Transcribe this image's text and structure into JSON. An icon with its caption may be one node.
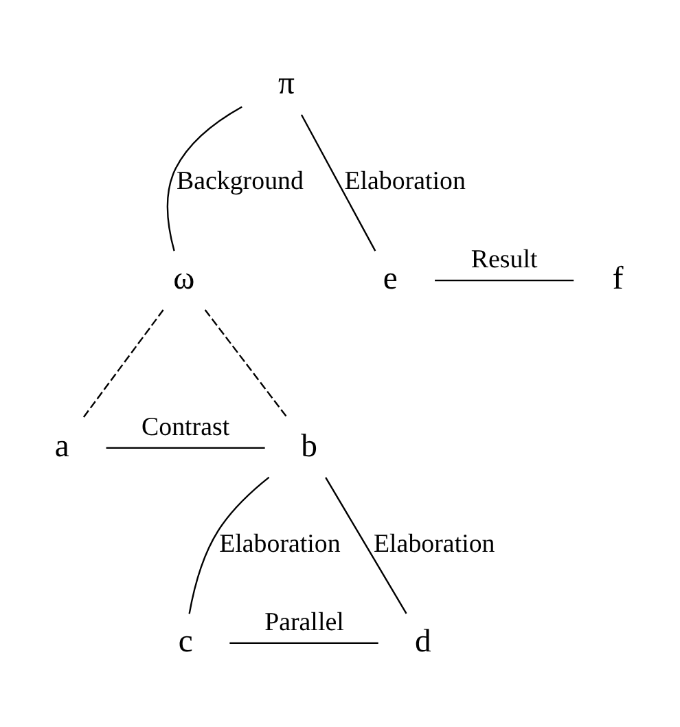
{
  "diagram": {
    "nodes": [
      {
        "text": [
          "π"
        ]
      },
      {
        "text": [
          "ω"
        ]
      },
      {
        "text": [
          "e"
        ]
      },
      {
        "text": [
          "f"
        ]
      },
      {
        "text": [
          "a"
        ]
      },
      {
        "text": [
          "b"
        ]
      },
      {
        "text": [
          "c"
        ]
      },
      {
        "text": [
          "d"
        ]
      }
    ],
    "edges": [
      {
        "from": 0,
        "to": 1,
        "arrow": "none",
        "label": "Background"
      },
      {
        "from": 0,
        "to": 2,
        "arrow": "none",
        "label": "Elaboration"
      },
      {
        "from": 2,
        "to": 3,
        "arrow": "none",
        "label": "Result"
      },
      {
        "from": 1,
        "to": 4,
        "arrow": "none",
        "style": "dashed"
      },
      {
        "from": 1,
        "to": 5,
        "arrow": "none",
        "style": "dashed"
      },
      {
        "from": 4,
        "to": 5,
        "arrow": "none",
        "label": "Contrast"
      },
      {
        "from": 5,
        "to": 6,
        "arrow": "none",
        "label": "Elaboration"
      },
      {
        "from": 5,
        "to": 7,
        "arrow": "none",
        "label": "Elaboration"
      },
      {
        "from": 6,
        "to": 7,
        "arrow": "none",
        "label": "Parallel"
      }
    ]
  }
}
